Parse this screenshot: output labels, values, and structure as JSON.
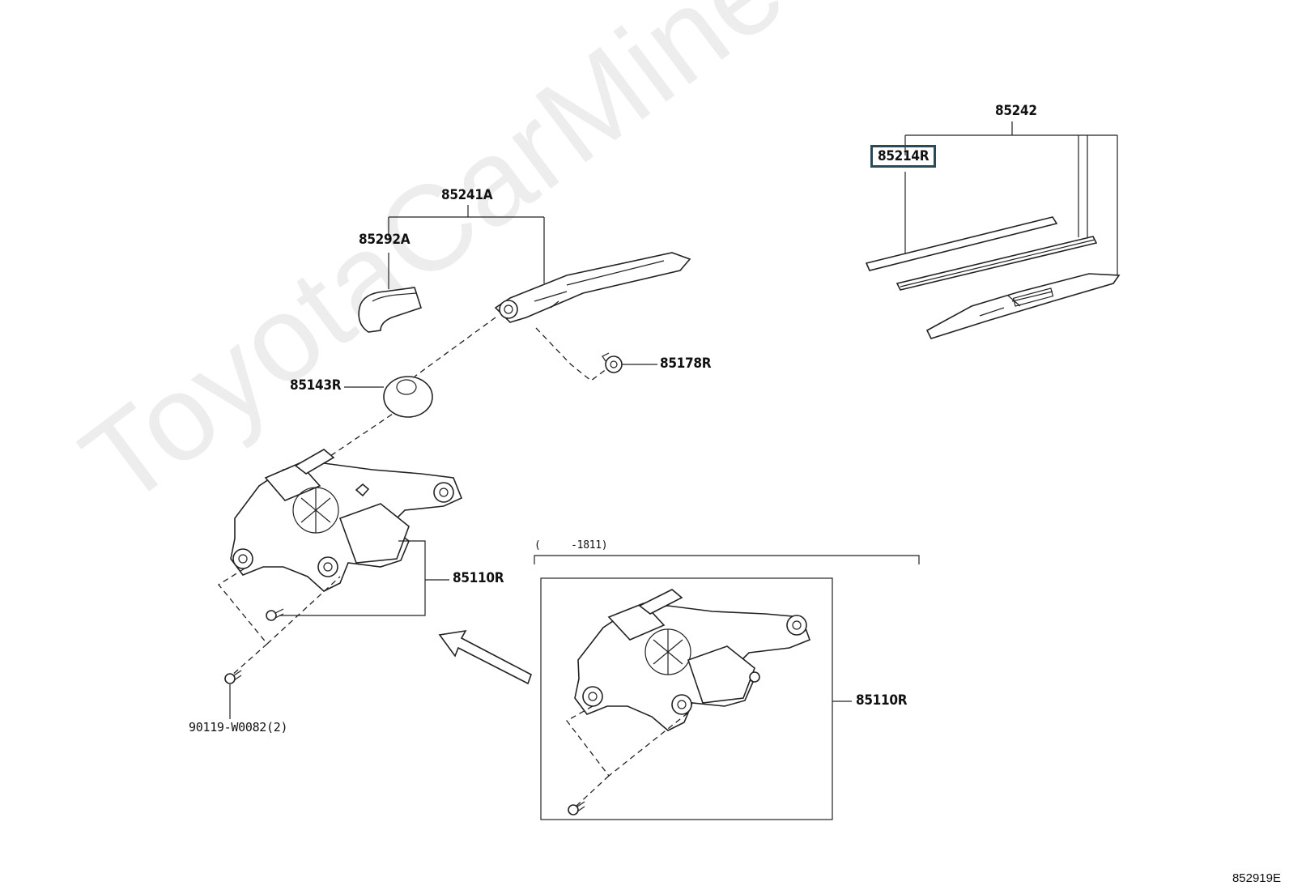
{
  "labels": {
    "p85242": "85242",
    "p85214R": "85214R",
    "p85241A": "85241A",
    "p85292A": "85292A",
    "p85178R": "85178R",
    "p85143R": "85143R",
    "p85110R_main": "85110R",
    "p85110R_inset": "85110R",
    "p90119": "90119-W0082(2)",
    "date_range": "(     -1811)"
  },
  "watermark": "ToyotaCarMine.ru",
  "diagram_code": "852919E",
  "highlight_color": "#2a4a5a"
}
